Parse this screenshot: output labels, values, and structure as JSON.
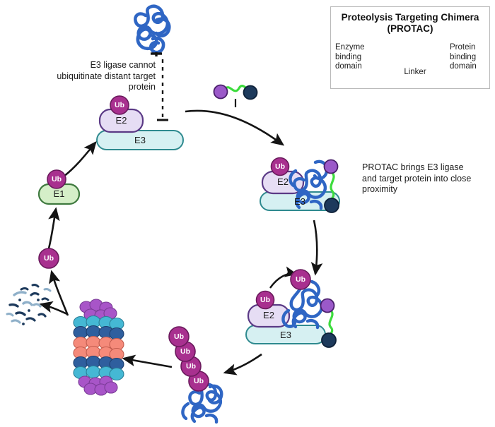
{
  "diagram": {
    "title": "PROTAC-mediated targeted protein degradation pathway",
    "background": "#ffffff"
  },
  "legend": {
    "title_line1": "Proteolysis Targeting Chimera",
    "title_line2": "(PROTAC)",
    "enzyme_label": "Enzyme\nbinding\ndomain",
    "enzyme_label_lines": [
      "Enzyme",
      "binding",
      "domain"
    ],
    "protein_label_lines": [
      "Protein",
      "binding",
      "domain"
    ],
    "linker_label": "Linker",
    "colors": {
      "enzyme_ball": "#9b59c9",
      "enzyme_ball_stroke": "#4a1f6b",
      "protein_ball": "#1d3a5c",
      "protein_ball_stroke": "#0d2038",
      "linker": "#3ddc3d",
      "leader_line": "#6f6f6f",
      "box_border": "#b9b9b9"
    }
  },
  "annotations": {
    "left_note_lines": [
      "E3 ligase cannot",
      "ubiquitinate distant target",
      "protein"
    ],
    "right_note_lines": [
      "PROTAC brings E3 ligase",
      "and target protein into close",
      "proximity"
    ]
  },
  "nodes": {
    "e1_label": "E1",
    "e2_label": "E2",
    "e3_label": "E3",
    "ub_label": "Ub"
  },
  "colors": {
    "e1_fill": "#d5efc8",
    "e1_stroke": "#3f7a3f",
    "e2_fill": "#e6ddf4",
    "e2_stroke": "#5b3a86",
    "e3_fill": "#d6f0f2",
    "e3_stroke": "#2f8a8f",
    "ub_fill": "#a8308f",
    "ub_stroke": "#6a1a5c",
    "target_protein": "#2f66c4",
    "arrow": "#141414",
    "dashed_inhibitor": "#141414",
    "protac_enzyme_ball": "#9b59c9",
    "protac_protein_ball": "#1d3a5c",
    "protac_linker": "#3ddc3d",
    "proteasome_purple": "#a855c8",
    "proteasome_cyan": "#45b8d4",
    "proteasome_darkblue": "#2f5f9e",
    "proteasome_salmon": "#f58a7a",
    "fragment_dark": "#1d3a5c",
    "fragment_light": "#8fb0c9"
  },
  "elements": {
    "top_target_protein": "distant target protein (tangled blue coil)",
    "inhibition_marker": "blunt-end dashed inhibition line",
    "e2_e3_complex_top": "E2~Ub bound to E3 ligase",
    "free_ub": "free ubiquitin",
    "e1_ub": "E1 activating enzyme charged with ubiquitin",
    "free_protac": "unbound PROTAC molecule",
    "ternary_complex": "E3-PROTAC-target ternary complex",
    "ubiquitin_transfer": "ubiquitin transfer from E2 to target protein",
    "polyub_protein": "polyubiquitinated target protein",
    "proteasome": "26S proteasome barrel",
    "peptide_fragments": "degraded peptide fragments"
  },
  "ub_chain": {
    "count": 4,
    "labels": [
      "Ub",
      "Ub",
      "Ub",
      "Ub"
    ]
  }
}
